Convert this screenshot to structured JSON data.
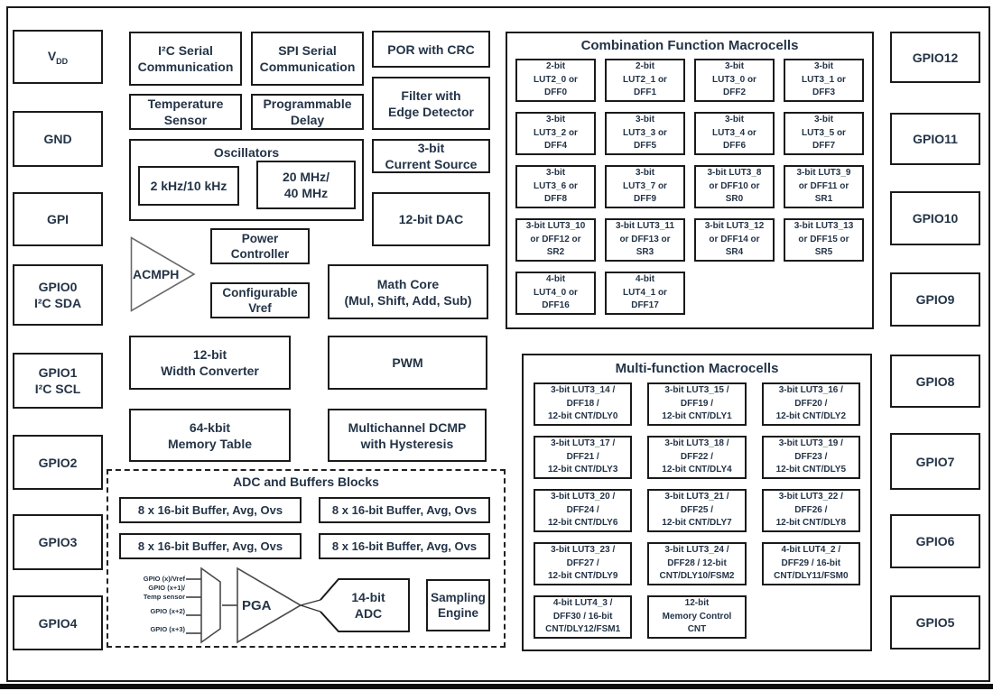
{
  "colors": {
    "text": "#243447",
    "line": "#1a1a1a",
    "page_rule": "#0b0b0b"
  },
  "pins": {
    "left": [
      {
        "l1": "V",
        "sub": "DD"
      },
      {
        "l1": "GND"
      },
      {
        "l1": "GPI"
      },
      {
        "l1": "GPIO0",
        "l2": "I²C SDA"
      },
      {
        "l1": "GPIO1",
        "l2": "I²C SCL"
      },
      {
        "l1": "GPIO2"
      },
      {
        "l1": "GPIO3"
      },
      {
        "l1": "GPIO4"
      }
    ],
    "right": [
      "GPIO12",
      "GPIO11",
      "GPIO10",
      "GPIO9",
      "GPIO8",
      "GPIO7",
      "GPIO6",
      "GPIO5"
    ]
  },
  "blocks": {
    "i2c": "I²C Serial\nCommunication",
    "spi": "SPI Serial\nCommunication",
    "por": "POR with CRC",
    "temp": "Temperature\nSensor",
    "delay": "Programmable\nDelay",
    "filter": "Filter with\nEdge Detector",
    "osc_title": "Oscillators",
    "osc_low": "2 kHz/10 kHz",
    "osc_high": "20 MHz/\n40 MHz",
    "current": "3-bit\nCurrent Source",
    "dac": "12-bit DAC",
    "acmph": "ACMPH",
    "power": "Power\nController",
    "vref": "Configurable\nVref",
    "math": "Math Core\n(Mul, Shift, Add, Sub)",
    "width": "12-bit\nWidth Converter",
    "pwm": "PWM",
    "memory": "64-kbit\nMemory Table",
    "dcmp": "Multichannel DCMP\nwith Hysteresis"
  },
  "combination": {
    "title": "Combination Function Macrocells",
    "cells": [
      "2-bit\nLUT2_0 or\nDFF0",
      "2-bit\nLUT2_1 or\nDFF1",
      "3-bit\nLUT3_0 or\nDFF2",
      "3-bit\nLUT3_1 or\nDFF3",
      "3-bit\nLUT3_2 or\nDFF4",
      "3-bit\nLUT3_3 or\nDFF5",
      "3-bit\nLUT3_4 or\nDFF6",
      "3-bit\nLUT3_5 or\nDFF7",
      "3-bit\nLUT3_6 or\nDFF8",
      "3-bit\nLUT3_7 or\nDFF9",
      "3-bit LUT3_8\nor DFF10 or\nSR0",
      "3-bit LUT3_9\nor DFF11 or\nSR1",
      "3-bit LUT3_10\nor DFF12 or\nSR2",
      "3-bit LUT3_11\nor DFF13 or\nSR3",
      "3-bit LUT3_12\nor DFF14 or\nSR4",
      "3-bit LUT3_13\nor DFF15 or\nSR5",
      "4-bit\nLUT4_0 or\nDFF16",
      "4-bit\nLUT4_1 or\nDFF17"
    ]
  },
  "multifunction": {
    "title": "Multi-function Macrocells",
    "cells": [
      "3-bit LUT3_14 /\nDFF18 /\n12-bit CNT/DLY0",
      "3-bit LUT3_15 /\nDFF19 /\n12-bit CNT/DLY1",
      "3-bit LUT3_16 /\nDFF20 /\n12-bit CNT/DLY2",
      "3-bit LUT3_17 /\nDFF21 /\n12-bit CNT/DLY3",
      "3-bit LUT3_18 /\nDFF22 /\n12-bit CNT/DLY4",
      "3-bit LUT3_19 /\nDFF23 /\n12-bit CNT/DLY5",
      "3-bit LUT3_20 /\nDFF24 /\n12-bit CNT/DLY6",
      "3-bit LUT3_21 /\nDFF25 /\n12-bit CNT/DLY7",
      "3-bit LUT3_22 /\nDFF26 /\n12-bit CNT/DLY8",
      "3-bit LUT3_23 /\nDFF27 /\n12-bit CNT/DLY9",
      "3-bit LUT3_24 /\nDFF28 / 12-bit\nCNT/DLY10/FSM2",
      "4-bit LUT4_2 /\nDFF29 / 16-bit\nCNT/DLY11/FSM0",
      "4-bit LUT4_3 /\nDFF30 / 16-bit\nCNT/DLY12/FSM1",
      "12-bit\nMemory Control\nCNT"
    ]
  },
  "adc": {
    "title": "ADC and Buffers Blocks",
    "buffers": [
      "8 x 16-bit Buffer, Avg, Ovs",
      "8 x 16-bit Buffer, Avg, Ovs",
      "8 x 16-bit Buffer, Avg, Ovs",
      "8 x 16-bit Buffer, Avg, Ovs"
    ],
    "inputs": [
      "GPIO (x)/Vref",
      "GPIO (x+1)/\nTemp sensor",
      "GPIO (x+2)",
      "GPIO (x+3)"
    ],
    "pga": "PGA",
    "converter": "14-bit\nADC",
    "sampling": "Sampling\nEngine"
  }
}
